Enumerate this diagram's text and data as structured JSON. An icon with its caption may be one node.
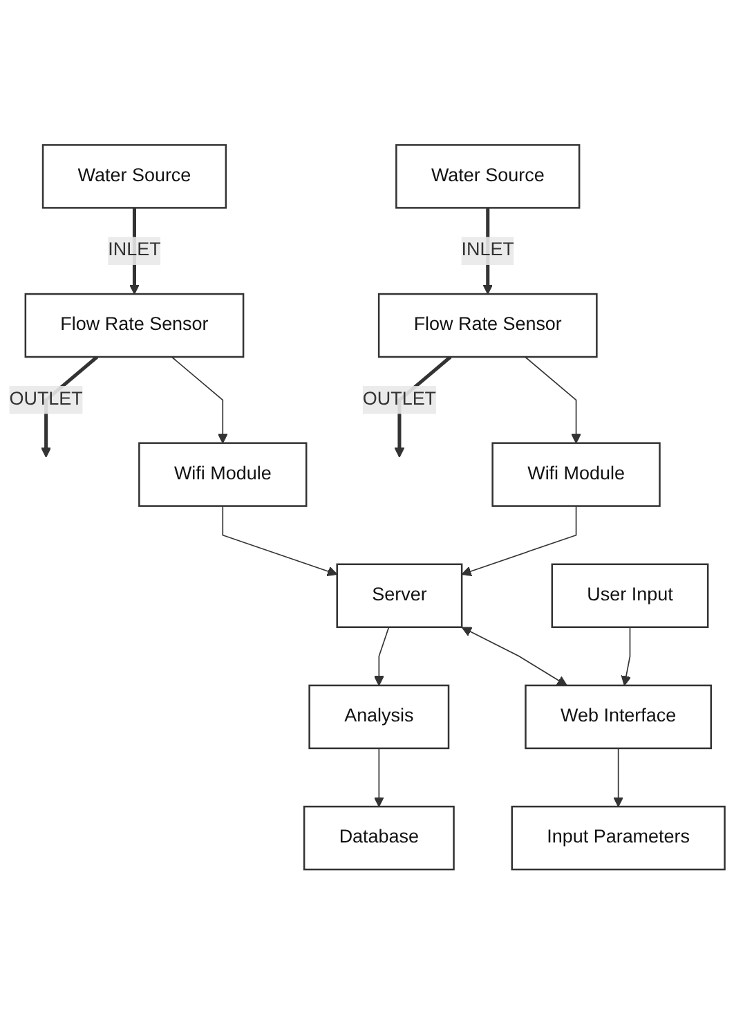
{
  "diagram": {
    "nodes": [
      {
        "text": [
          "Water Source"
        ]
      },
      {
        "text": [
          "Flow Rate Sensor"
        ]
      },
      {
        "text": [
          "Wifi Module"
        ]
      },
      {
        "text": [
          "Water Source"
        ]
      },
      {
        "text": [
          "Flow Rate Sensor"
        ]
      },
      {
        "text": [
          "Wifi Module"
        ]
      },
      {
        "text": [
          "Server"
        ]
      },
      {
        "text": [
          "Analysis"
        ]
      },
      {
        "text": [
          "Database"
        ]
      },
      {
        "text": [
          "User Input"
        ]
      },
      {
        "text": [
          "Web Interface"
        ]
      },
      {
        "text": [
          "Input Parameters"
        ]
      }
    ],
    "edges": [
      {
        "from": 0,
        "to": 1,
        "arrow": "to",
        "label": "INLET",
        "style": "thick"
      },
      {
        "from": 1,
        "to": null,
        "arrow": "to",
        "label": "OUTLET",
        "style": "thick"
      },
      {
        "from": 1,
        "to": 2,
        "arrow": "to"
      },
      {
        "from": 3,
        "to": 4,
        "arrow": "to",
        "label": "INLET",
        "style": "thick"
      },
      {
        "from": 4,
        "to": null,
        "arrow": "to",
        "label": "OUTLET",
        "style": "thick"
      },
      {
        "from": 4,
        "to": 5,
        "arrow": "to"
      },
      {
        "from": 2,
        "to": 6,
        "arrow": "to"
      },
      {
        "from": 5,
        "to": 6,
        "arrow": "to"
      },
      {
        "from": 6,
        "to": 7,
        "arrow": "to"
      },
      {
        "from": 7,
        "to": 8,
        "arrow": "to"
      },
      {
        "from": 6,
        "to": 10,
        "arrow": "both"
      },
      {
        "from": 9,
        "to": 10,
        "arrow": "to"
      },
      {
        "from": 10,
        "to": 11,
        "arrow": "to"
      }
    ]
  }
}
